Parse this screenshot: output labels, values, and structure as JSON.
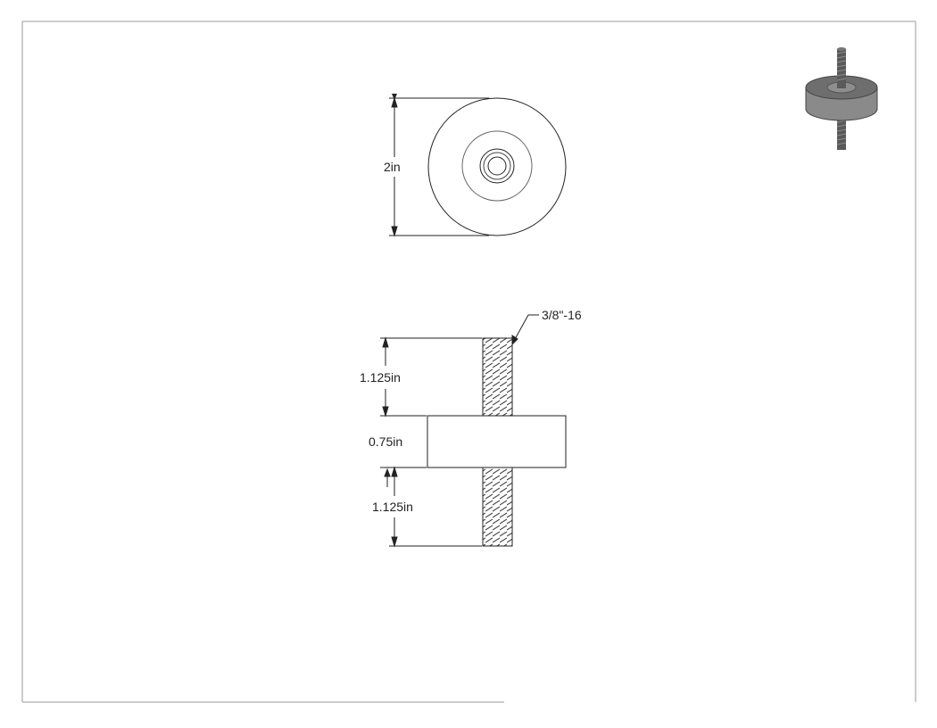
{
  "drawing": {
    "top_view": {
      "diameter_label": "2in"
    },
    "side_view": {
      "thread_callout": "3/8\"-16",
      "upper_stud_label": "1.125in",
      "body_height_label": "0.75in",
      "lower_stud_label": "1.125in"
    }
  },
  "colors": {
    "line": "#222222",
    "thin_line": "#555555",
    "iso_body_side": "#8a8a8a",
    "iso_body_top": "#6e6e6e",
    "iso_stud": "#5a5a5a"
  }
}
